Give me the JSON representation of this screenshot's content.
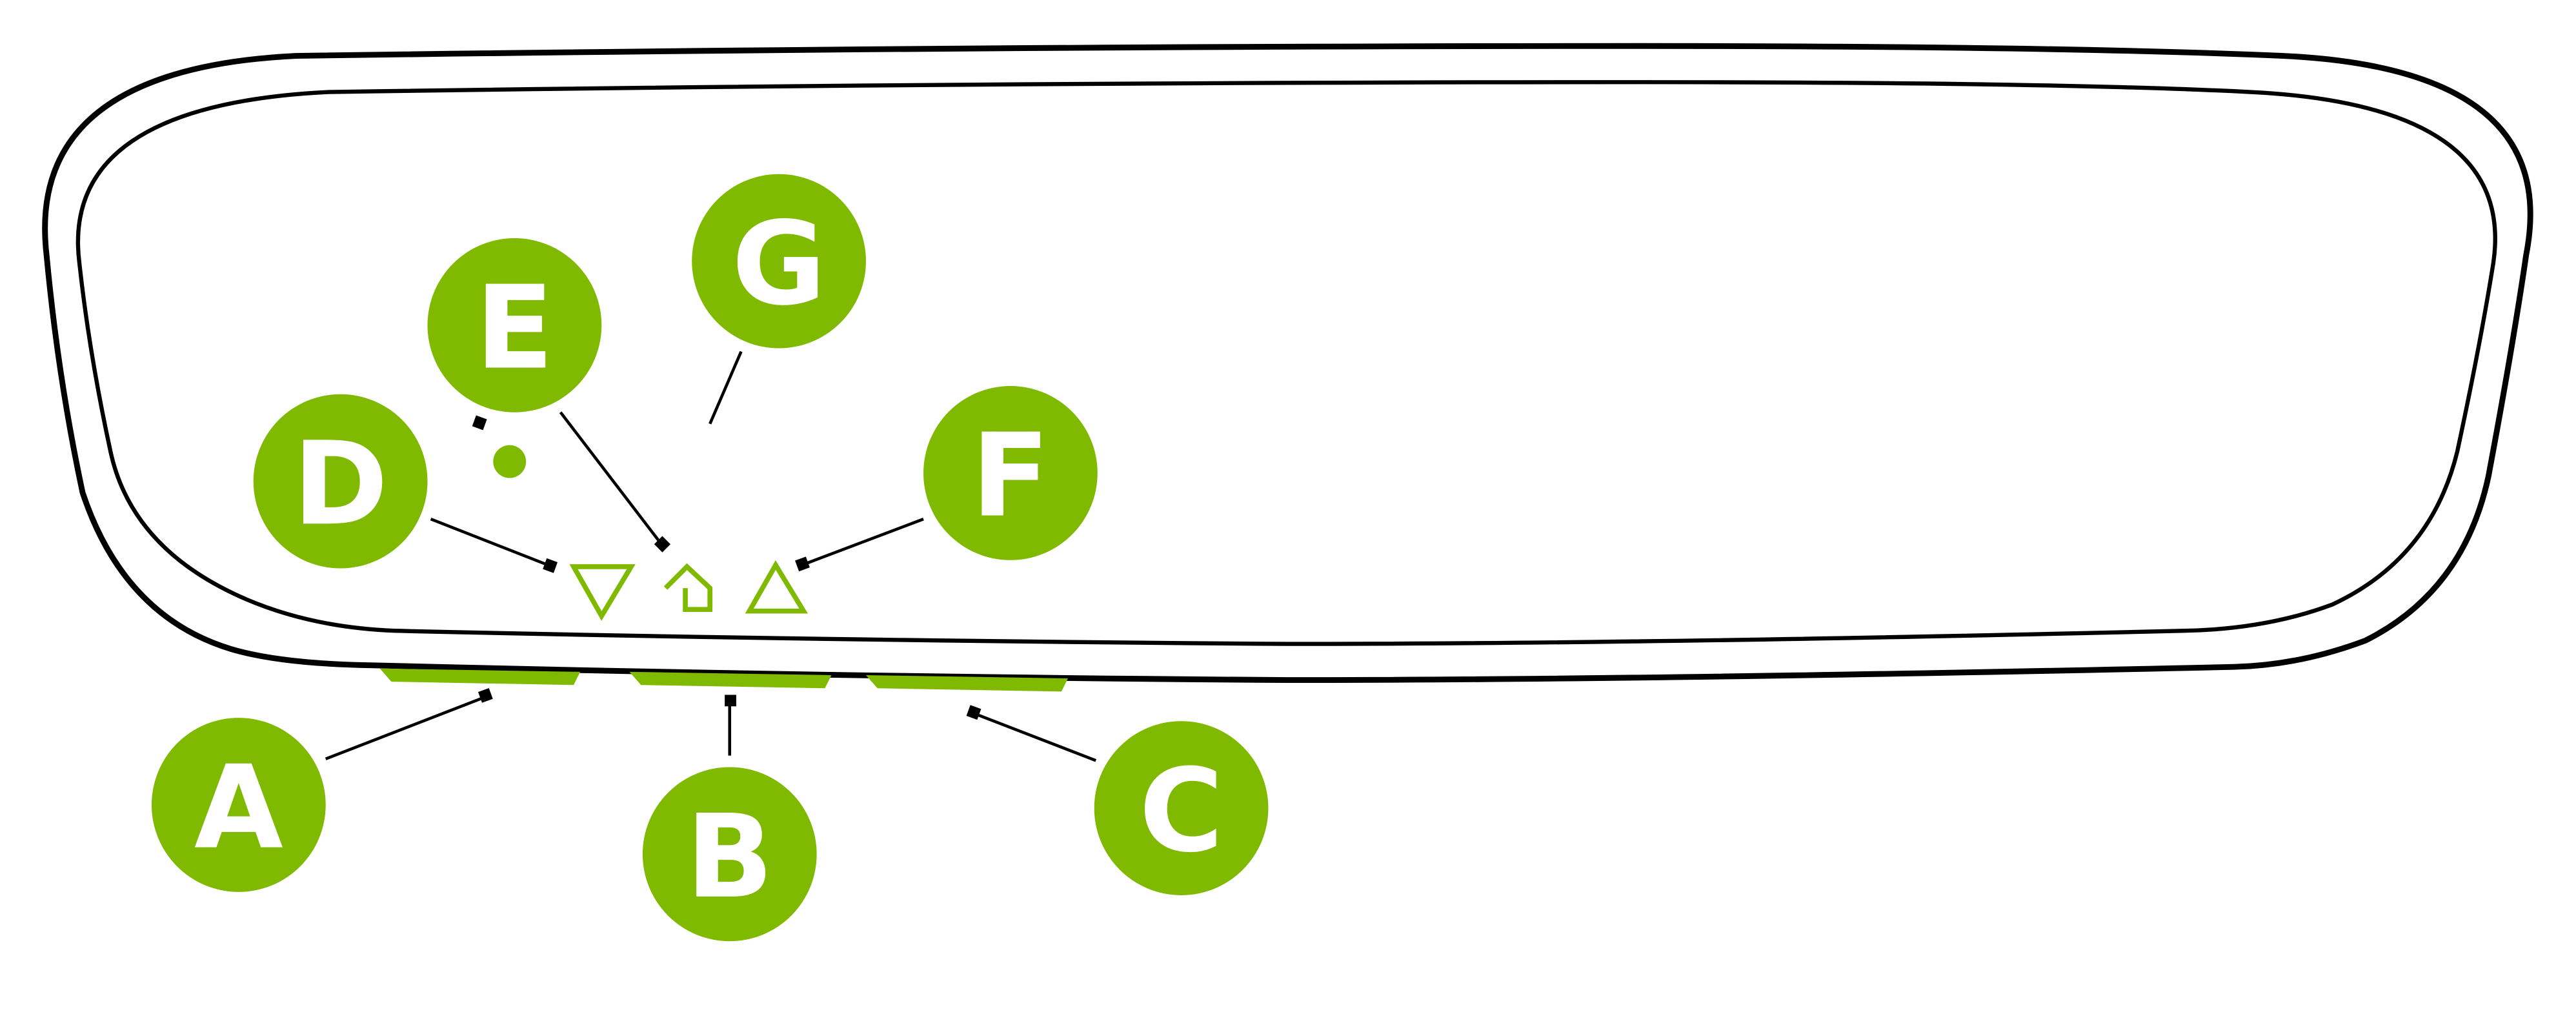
{
  "colors": {
    "accent": "#7fba00",
    "outline": "#000000",
    "background": "#ffffff"
  },
  "callouts": {
    "A": "A",
    "B": "B",
    "C": "C",
    "D": "D",
    "E": "E",
    "F": "F",
    "G": "G"
  },
  "icons": {
    "D": "down-triangle-icon",
    "E": "home-icon",
    "F": "up-triangle-icon",
    "G": "indicator-light"
  }
}
